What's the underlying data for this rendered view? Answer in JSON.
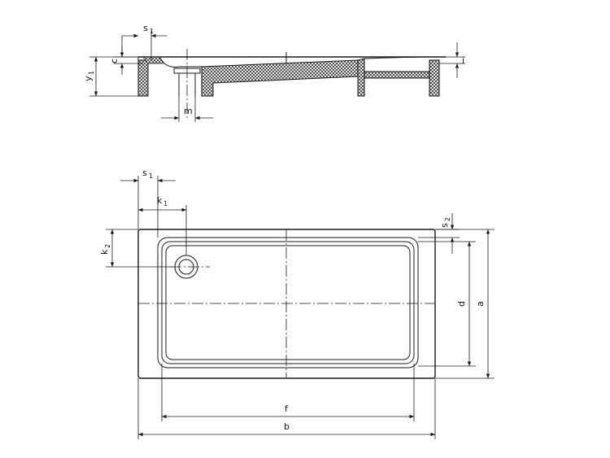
{
  "drawing": {
    "section_labels": {
      "s1": "s",
      "s1_sub": "1",
      "c": "c",
      "y1": "y",
      "y1_sub": "1",
      "m": "m",
      "i": "i"
    },
    "plan_labels": {
      "s1": "s",
      "s1_sub": "1",
      "k1": "k",
      "k1_sub": "1",
      "k2": "k",
      "k2_sub": "2",
      "s2": "s",
      "s2_sub": "2",
      "d": "d",
      "a": "a",
      "f": "f",
      "b": "b"
    }
  }
}
